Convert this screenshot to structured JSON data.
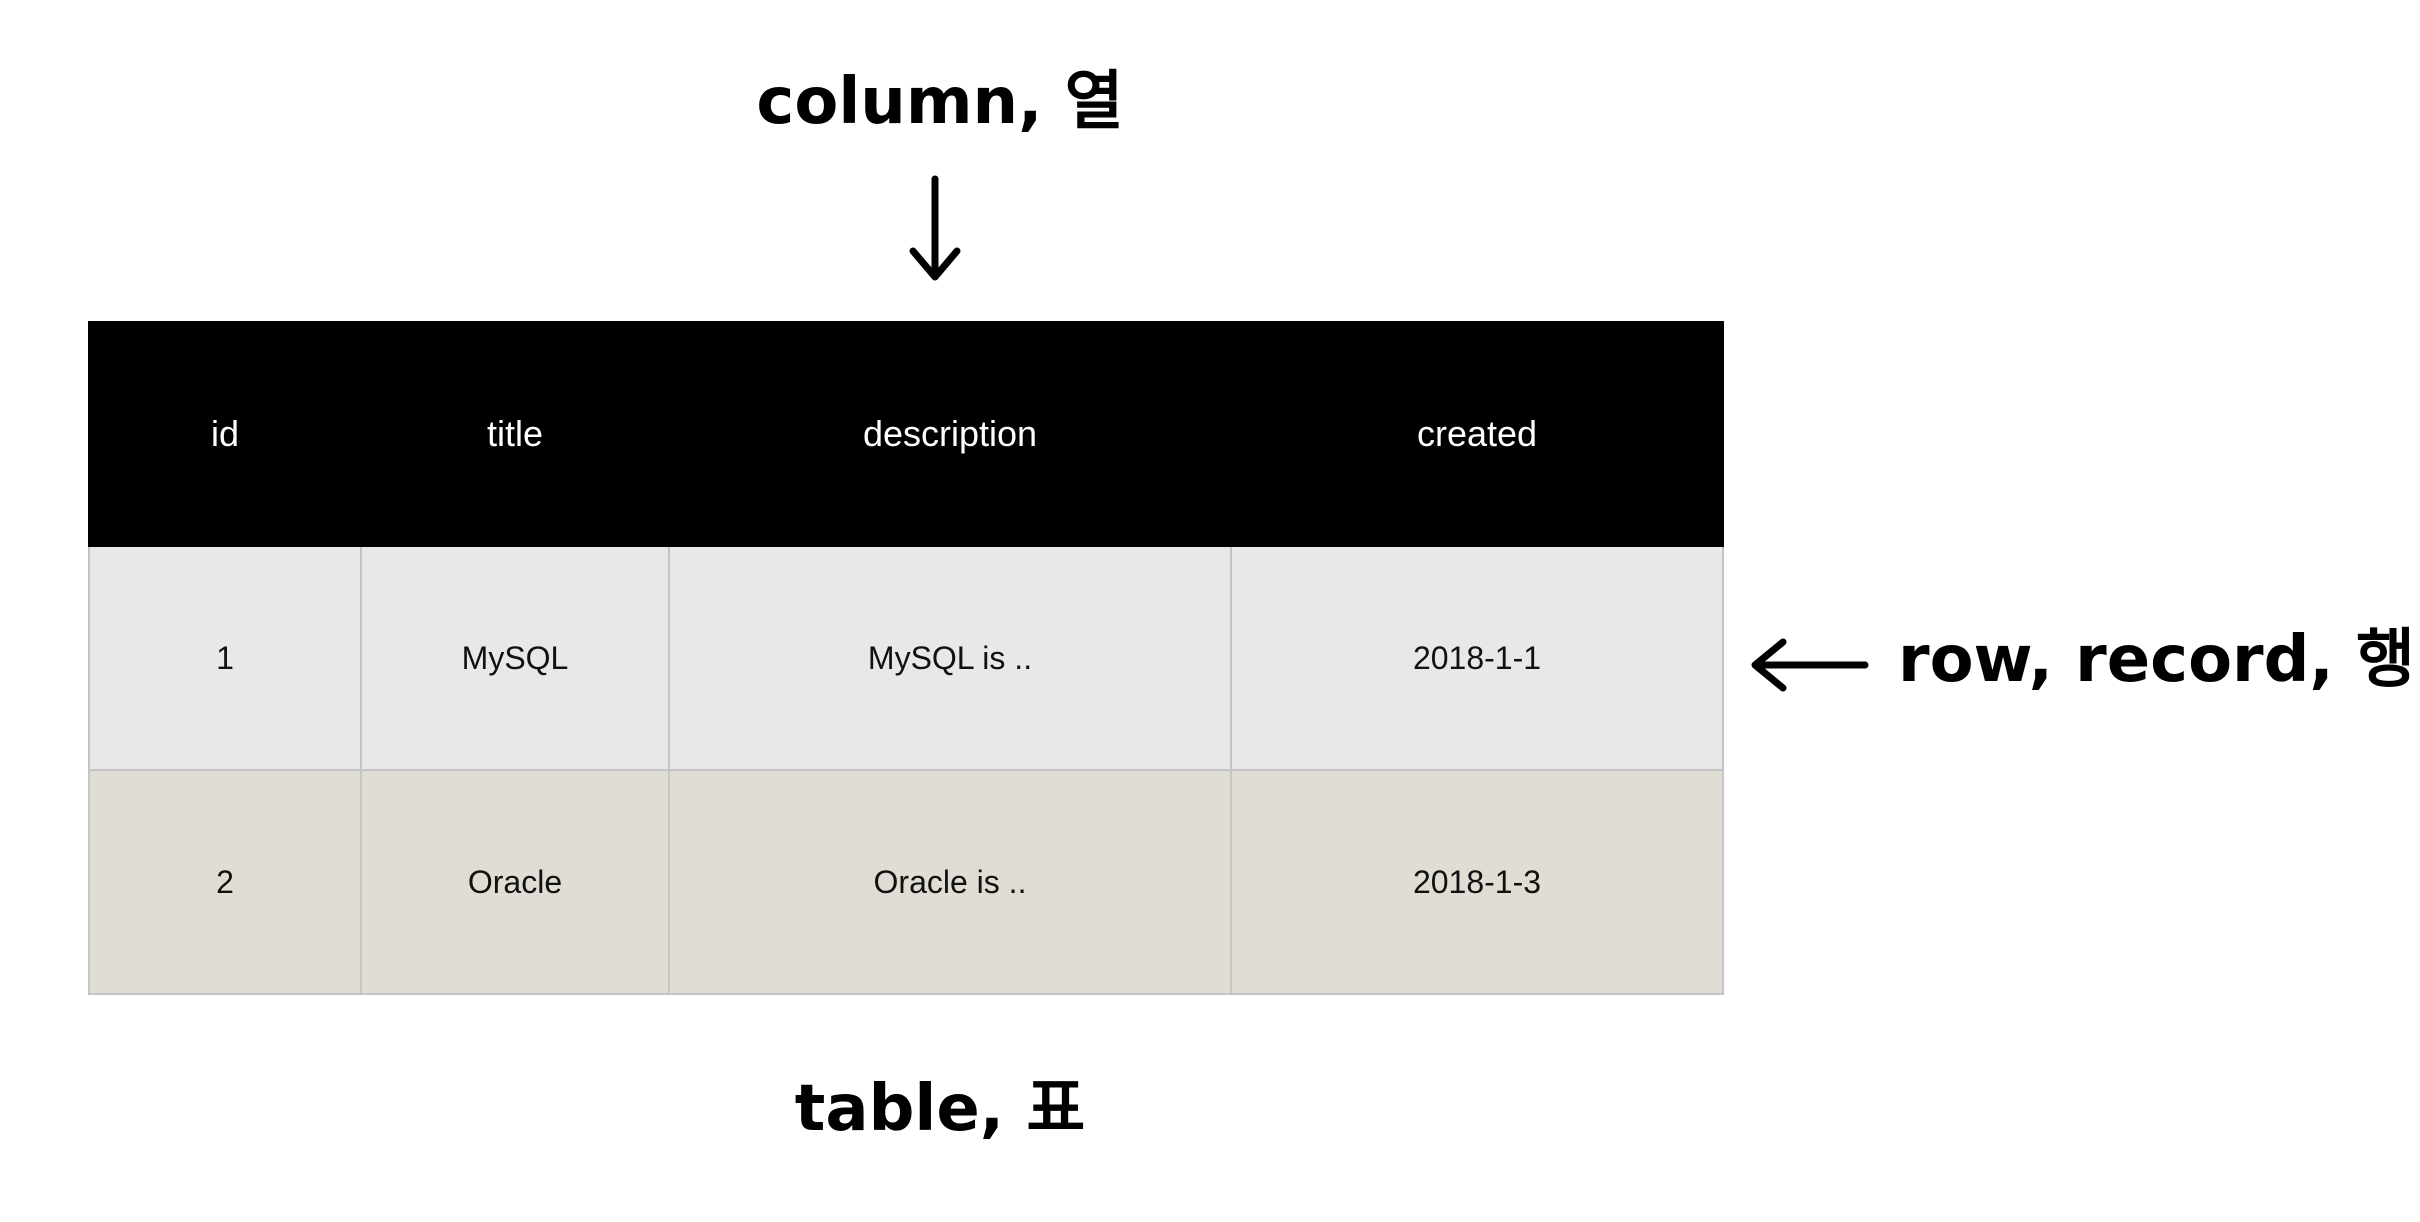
{
  "labels": {
    "column": "column, 열",
    "row": "row, record, 행",
    "table": "table, 표"
  },
  "table": {
    "headers": [
      "id",
      "title",
      "description",
      "created"
    ],
    "rows": [
      [
        "1",
        "MySQL",
        "MySQL is ..",
        "2018-1-1"
      ],
      [
        "2",
        "Oracle",
        "Oracle is ..",
        "2018-1-3"
      ]
    ]
  },
  "colors": {
    "header_bg": "#000000",
    "header_text": "#ffffff",
    "row_1_bg": "#e8e8e8",
    "row_2_bg": "#dfddd4",
    "grid_line": "#c4c4c4"
  },
  "icons": {
    "column_pointer": "arrow-down-icon",
    "row_pointer": "arrow-left-icon"
  }
}
